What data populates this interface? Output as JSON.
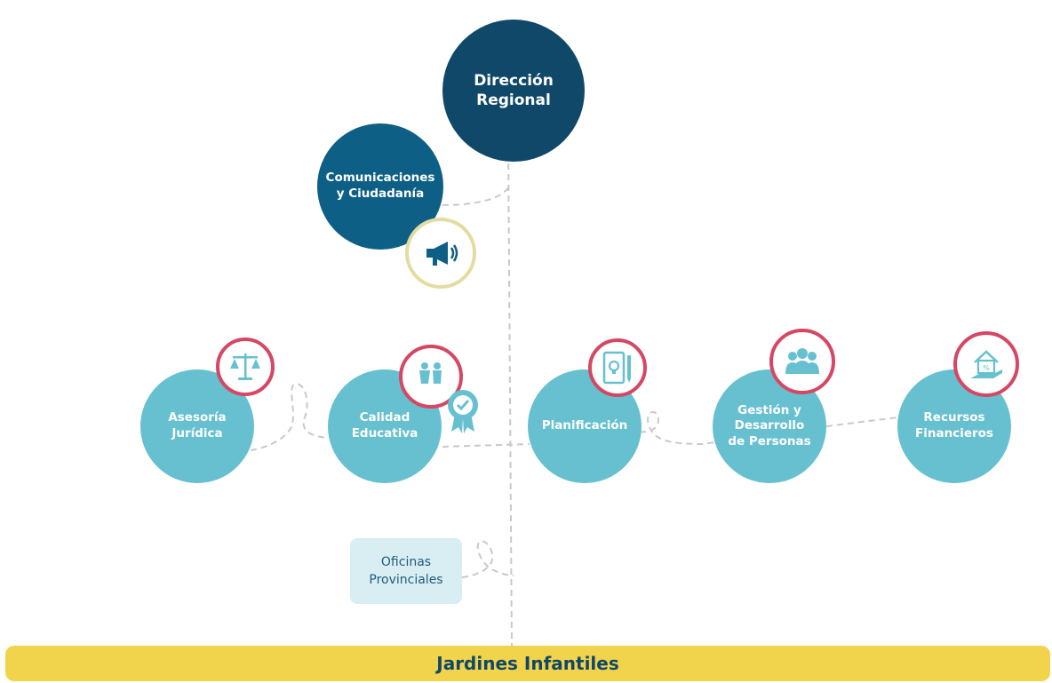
{
  "nodes": {
    "direccion": "Dirección\nRegional",
    "comunicaciones": "Comunicaciones\ny Ciudadanía",
    "asesoria": "Asesoría\nJurídica",
    "calidad": "Calidad\nEducativa",
    "planificacion": "Planificación",
    "gestion": "Gestión y\nDesarrollo\nde Personas",
    "recursos": "Recursos\nFinancieros"
  },
  "offices": "Oficinas\nProvinciales",
  "bottom_bar": "Jardines Infantiles",
  "icons": {
    "comunicaciones": "megaphone-icon",
    "asesoria": "scales-icon",
    "calidad": "children-award-icon",
    "planificacion": "document-lightbulb-icon",
    "gestion": "people-group-icon",
    "recursos": "house-hand-icon"
  },
  "colors": {
    "dark_navy": "#0f4868",
    "mid_blue": "#0d5f86",
    "light_teal": "#67c0d0",
    "badge_red": "#d54762",
    "badge_yellow": "#e3dca0",
    "bar_yellow": "#f2d34c",
    "office_bg": "#d9eef2"
  }
}
